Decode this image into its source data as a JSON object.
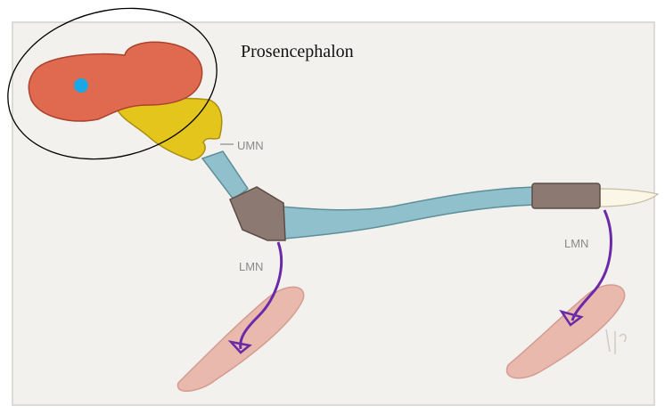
{
  "labels": {
    "prosencephalon": "Prosencephalon",
    "umn": "UMN",
    "lmn_front": "LMN",
    "lmn_rear": "LMN"
  },
  "colors": {
    "background_panel": "#f3f1ee",
    "forebrain": "#e06a4f",
    "brainstem": "#e3c51c",
    "spinal_cord": "#8fc0cb",
    "intumescence": "#8c7a72",
    "motor_neuron": "#6a2aa8",
    "muscle": "#e9b9ad",
    "lesion_dot": "#1aa7e6",
    "highlight_ellipse": "#000000"
  },
  "icons": [
    "lesion-dot",
    "highlight-ellipse",
    "motor-neuron-line",
    "muscle-shape"
  ]
}
